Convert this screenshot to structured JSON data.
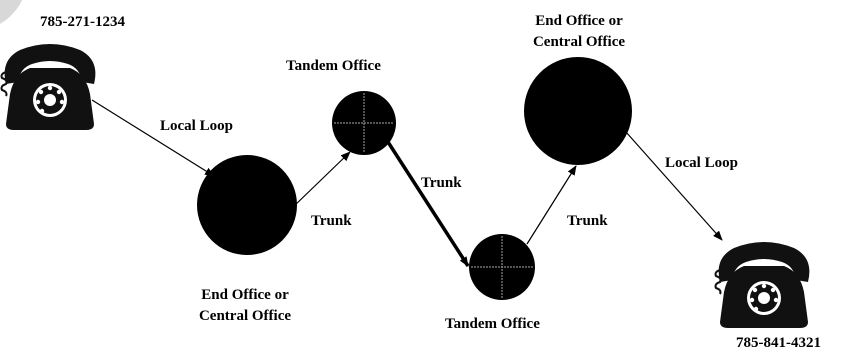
{
  "phone_numbers": {
    "caller": "785-271-1234",
    "callee": "785-841-4321"
  },
  "links": {
    "local_loop_1": "Local Loop",
    "trunk_1": "Trunk",
    "trunk_2": "Trunk",
    "trunk_3": "Trunk",
    "local_loop_2": "Local Loop"
  },
  "offices": {
    "end_office_left": {
      "line1": "End Office or",
      "line2": "Central Office"
    },
    "tandem_top": "Tandem Office",
    "tandem_bottom": "Tandem Office",
    "end_office_right": {
      "line1": "End Office or",
      "line2": "Central Office"
    }
  },
  "icons": {
    "caller_phone": "telephone-icon",
    "callee_phone": "telephone-icon"
  }
}
